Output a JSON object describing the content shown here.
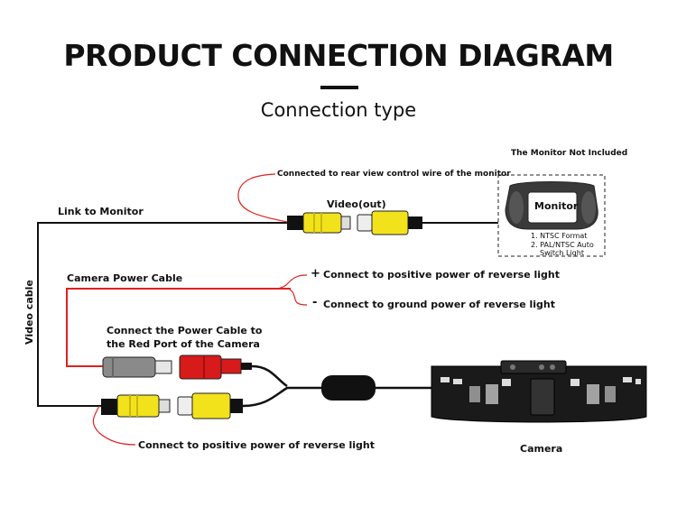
{
  "header": {
    "title": "PRODUCT CONNECTION DIAGRAM",
    "subtitle": "Connection type"
  },
  "labels": {
    "link_to_monitor": "Link to Monitor",
    "video_out": "Video(out)",
    "connected_rear_view": "Connected to rear view control wire of the monitor",
    "monitor_not_included": "The Monitor Not Included",
    "monitor": "Monitor",
    "monitor_spec_1": "1. NTSC Format",
    "monitor_spec_2": "2. PAL/NTSC Auto",
    "monitor_spec_2b": "Switch Light",
    "camera_power_cable": "Camera Power Cable",
    "positive_sign": "+",
    "negative_sign": "-",
    "positive_reverse": "Connect to positive power of reverse light",
    "ground_reverse": "Connect to ground power of reverse light",
    "power_cable_line1": "Connect the Power Cable to",
    "power_cable_line2": "the Red Port of the Camera",
    "video_cable": "Video cable",
    "bottom_positive": "Connect to positive power of reverse light",
    "camera": "Camera"
  },
  "colors": {
    "wire": "#111111",
    "red_wire": "#e02020",
    "rca_yellow": "#f2e21c",
    "rca_red": "#d71a1a",
    "plug_gray": "#8a8a8a"
  }
}
